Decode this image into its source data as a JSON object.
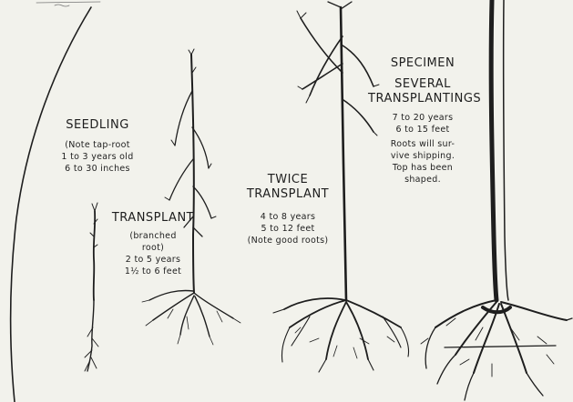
{
  "stages": [
    {
      "key": "seedling",
      "title_lines": [
        "SEEDLING"
      ],
      "note_lines": [
        "(Note tap-root",
        "1 to 3 years old",
        "6 to 30 inches"
      ]
    },
    {
      "key": "transplant",
      "title_lines": [
        "TRANSPLANT"
      ],
      "note_lines": [
        "(branched",
        "root)",
        "2 to 5 years",
        "1½ to 6 feet"
      ]
    },
    {
      "key": "twice",
      "title_lines": [
        "TWICE",
        "TRANSPLANT"
      ],
      "note_lines": [
        "4 to 8 years",
        "5 to 12 feet",
        "(Note good roots)"
      ]
    },
    {
      "key": "specimen",
      "title_lines": [
        "SPECIMEN",
        "SEVERAL",
        "TRANSPLANTINGS"
      ],
      "note_lines": [
        "7 to 20 years",
        "6 to 15 feet",
        "Roots will sur-",
        "vive shipping.",
        "Top has been",
        "shaped."
      ]
    }
  ]
}
